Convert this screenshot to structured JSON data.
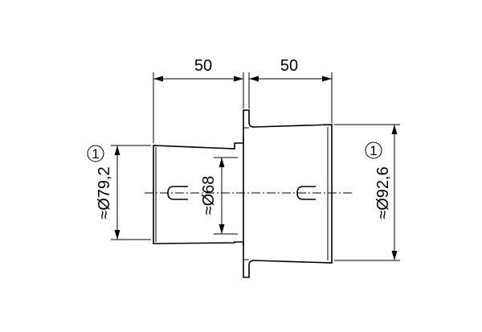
{
  "drawing": {
    "dim_length_left": "50",
    "dim_length_right": "50",
    "dim_small_outer_dia": "≈Ø79,2",
    "dim_inner_dia": "≈Ø68",
    "dim_large_outer_dia": "≈Ø92,6",
    "callout_left": "1",
    "callout_right": "1"
  }
}
